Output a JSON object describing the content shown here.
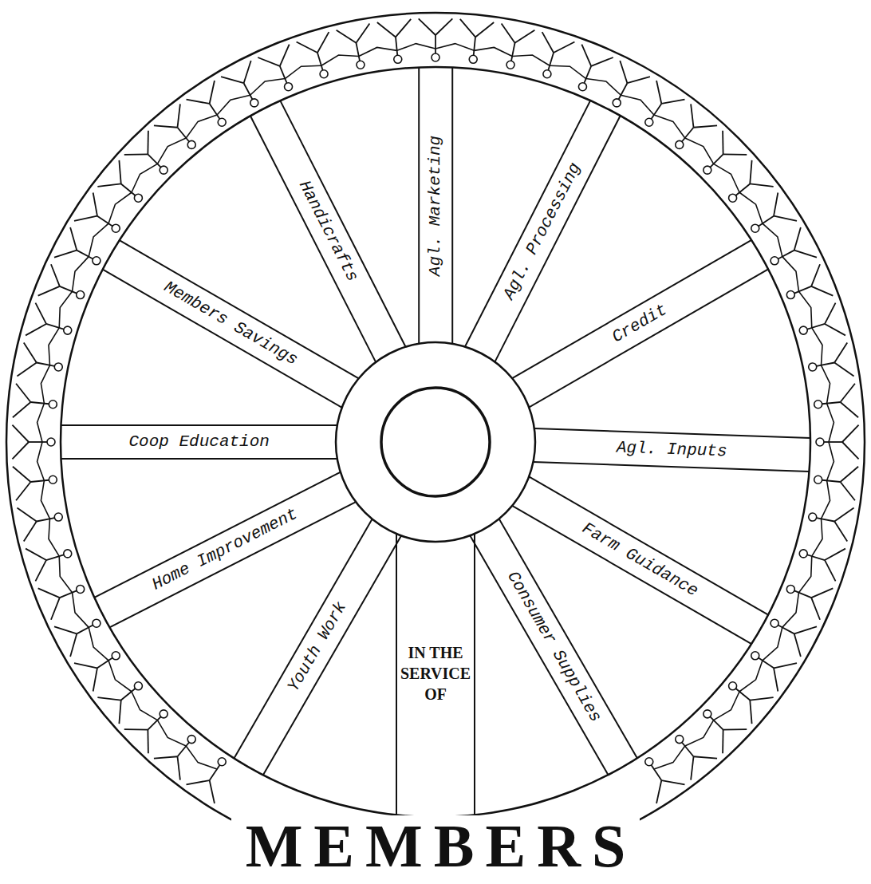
{
  "diagram": {
    "nodes": [
      {
        "text": [
          "Agl. Marketing"
        ]
      },
      {
        "text": [
          "Agl. Processing"
        ]
      },
      {
        "text": [
          "Credit"
        ]
      },
      {
        "text": [
          "Agl. Inputs"
        ]
      },
      {
        "text": [
          "Farm Guidance"
        ]
      },
      {
        "text": [
          "Consumer Supplies"
        ]
      },
      {
        "text": [
          "IN THE SERVICE OF"
        ]
      },
      {
        "text": [
          "Youth Work"
        ]
      },
      {
        "text": [
          "Home Improvement"
        ]
      },
      {
        "text": [
          "Coop Education"
        ]
      },
      {
        "text": [
          "Members Savings"
        ]
      },
      {
        "text": [
          "Handicrafts"
        ]
      }
    ],
    "labels": [
      "MEMBERS"
    ]
  }
}
